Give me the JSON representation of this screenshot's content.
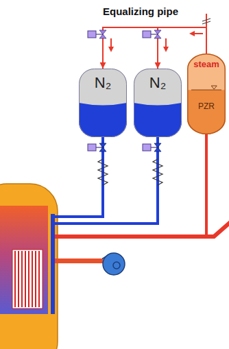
{
  "diagram": {
    "nodes": [
      {
        "text": [
          "N₂"
        ]
      },
      {
        "text": [
          "N₂"
        ]
      },
      {
        "text": [
          "steam",
          "PZR"
        ]
      }
    ],
    "edges": [
      {
        "from": 2,
        "to": 0,
        "arrow": "to"
      },
      {
        "from": 2,
        "to": 1,
        "arrow": "to"
      }
    ],
    "labels": [
      "Equalizing pipe"
    ]
  }
}
